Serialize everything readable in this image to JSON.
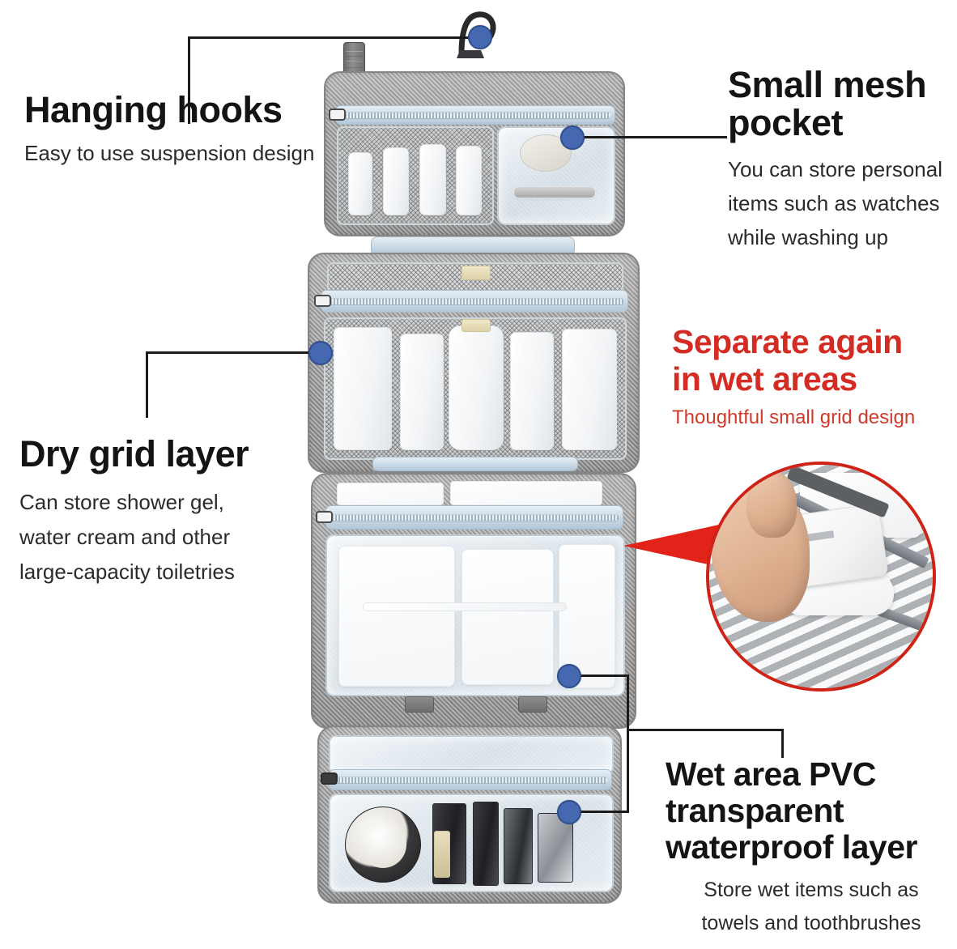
{
  "page": {
    "type": "product-infographic",
    "subject": "Hanging travel toiletry bag",
    "background_color": "#ffffff",
    "accent_marker_color": "#4568b0",
    "leader_line_color": "#1b1b1b",
    "highlight_red": "#d42b22"
  },
  "callouts": [
    {
      "id": "hanging-hooks",
      "title": "Hanging hooks",
      "description": "Easy to use suspension design",
      "color": "#141414",
      "position": "top-left",
      "marker_color": "#4568b0"
    },
    {
      "id": "small-mesh-pocket",
      "title": "Small mesh pocket",
      "description": "You can store personal items such as watches while washing up",
      "color": "#141414",
      "position": "top-right",
      "marker_color": "#4568b0"
    },
    {
      "id": "dry-grid-layer",
      "title": "Dry grid layer",
      "description": "Can store shower gel, water cream and other large-capacity toiletries",
      "color": "#141414",
      "position": "middle-left",
      "marker_color": "#4568b0"
    },
    {
      "id": "separate-again-wet-areas",
      "title": "Separate again in wet areas",
      "description": "Thoughtful small grid design",
      "color": "#d42b22",
      "position": "middle-right",
      "marker_color": "#cf2318"
    },
    {
      "id": "wet-area-pvc",
      "title": "Wet area PVC transparent waterproof layer",
      "description": "Store wet items such as towels and toothbrushes",
      "color": "#141414",
      "position": "bottom-right",
      "marker_color": "#4568b0"
    }
  ],
  "text": {
    "hanging_hooks_title": "Hanging hooks",
    "hanging_hooks_sub": "Easy to use suspension design",
    "mesh_title_line1": "Small mesh",
    "mesh_title_line2": "pocket",
    "mesh_sub_line1": "You can store personal",
    "mesh_sub_line2": "items such as watches",
    "mesh_sub_line3": "while washing up",
    "dry_title": "Dry grid layer",
    "dry_sub_line1": "Can store shower gel,",
    "dry_sub_line2": "water cream and other",
    "dry_sub_line3": "large-capacity toiletries",
    "sep_title_line1": "Separate again",
    "sep_title_line2": "in wet areas",
    "sep_sub": "Thoughtful small grid design",
    "wet_title_line1": "Wet area PVC",
    "wet_title_line2": "transparent",
    "wet_title_line3": "waterproof layer",
    "wet_sub_line1": "Store wet items such as",
    "wet_sub_line2": "towels and toothbrushes"
  },
  "product": {
    "sections": [
      {
        "name": "hanging-hook-strap",
        "items": [
          "metal swivel hook",
          "fabric hanging strap"
        ]
      },
      {
        "name": "mesh-pocket-flap",
        "items": [
          "4 small travel bottles",
          "watch",
          "small accessory"
        ]
      },
      {
        "name": "dry-grid-layer",
        "items": [
          "5 toiletry bottles in elastic mesh grid"
        ]
      },
      {
        "name": "pvc-transparent-layer",
        "items": [
          "folded white towels",
          "toothbrush"
        ]
      },
      {
        "name": "wet-area-pvc-pouch",
        "items": [
          "compact mirror",
          "lipstick",
          "cosmetics"
        ]
      }
    ],
    "fabric_color": "#9d9d9d",
    "zipper_color": "#c9d9e6",
    "pvc_color": "#e1ecf4"
  },
  "inset": {
    "name": "small-grid-detail-photo",
    "border_color": "#cf2318",
    "shape": "circle",
    "content": "Hand tucking a sachet into the small mesh grid pocket"
  }
}
